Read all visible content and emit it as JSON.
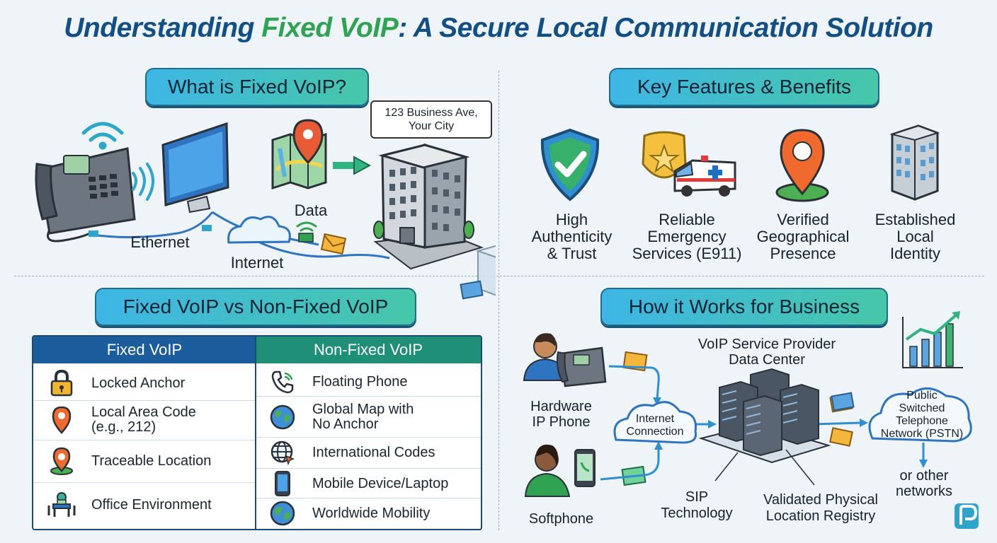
{
  "title": {
    "part1": "Understanding ",
    "highlight": "Fixed VoIP",
    "part2": ": A Secure Local Communication Solution"
  },
  "sections": {
    "what_is": "What is Fixed VoIP?",
    "features": "Key Features & Benefits",
    "versus": "Fixed VoIP vs Non-Fixed VoIP",
    "how_it_works": "How it Works for Business"
  },
  "what_is": {
    "address_line1": "123 Business Ave,",
    "address_line2": "Your City",
    "data_label": "Data",
    "ethernet_label": "Ethernet",
    "internet_label": "Internet"
  },
  "features": [
    {
      "line1": "High",
      "line2": "Authenticity",
      "line3": "& Trust",
      "icon": "shield-check-icon"
    },
    {
      "line1": "Reliable",
      "line2": "Emergency",
      "line3": "Services (E911)",
      "icon": "ambulance-badge-icon"
    },
    {
      "line1": "Verified",
      "line2": "Geographical",
      "line3": "Presence",
      "icon": "location-pin-icon"
    },
    {
      "line1": "Established",
      "line2": "Local",
      "line3": "Identity",
      "icon": "office-building-icon"
    }
  ],
  "comparison": {
    "fixed_header": "Fixed VoIP",
    "nonfixed_header": "Non-Fixed VoIP",
    "fixed_rows": [
      {
        "line1": "Locked Anchor",
        "line2": "",
        "icon": "padlock-icon"
      },
      {
        "line1": "Local Area Code",
        "line2": "(e.g., 212)",
        "icon": "map-pin-icon"
      },
      {
        "line1": "Traceable Location",
        "line2": "",
        "icon": "location-target-icon"
      },
      {
        "line1": "Office Environment",
        "line2": "",
        "icon": "office-desk-icon"
      }
    ],
    "nonfixed_rows": [
      {
        "line1": "Floating Phone",
        "line2": "",
        "icon": "phone-handset-icon"
      },
      {
        "line1": "Global Map with",
        "line2": "No Anchor",
        "icon": "globe-icon"
      },
      {
        "line1": "International Codes",
        "line2": "",
        "icon": "web-globe-icon"
      },
      {
        "line1": "Mobile Device/Laptop",
        "line2": "",
        "icon": "mobile-device-icon"
      },
      {
        "line1": "Worldwide Mobility",
        "line2": "",
        "icon": "earth-icon"
      }
    ]
  },
  "how_it_works": {
    "provider_line1": "VoIP Service Provider",
    "provider_line2": "Data Center",
    "hardware_line1": "Hardware",
    "hardware_line2": "IP Phone",
    "softphone": "Softphone",
    "internet_line1": "Internet",
    "internet_line2": "Connection",
    "pstn_line1": "Public",
    "pstn_line2": "Switched",
    "pstn_line3": "Telephone",
    "pstn_line4": "Network (PSTN)",
    "other_line1": "or other",
    "other_line2": "networks",
    "sip_line1": "SIP",
    "sip_line2": "Technology",
    "registry_line1": "Validated Physical",
    "registry_line2": "Location Registry"
  },
  "colors": {
    "title_blue": "#114f86",
    "title_green": "#2fa352",
    "fixed_header": "#1a5c9c",
    "nonfixed_header": "#1f8f78"
  }
}
